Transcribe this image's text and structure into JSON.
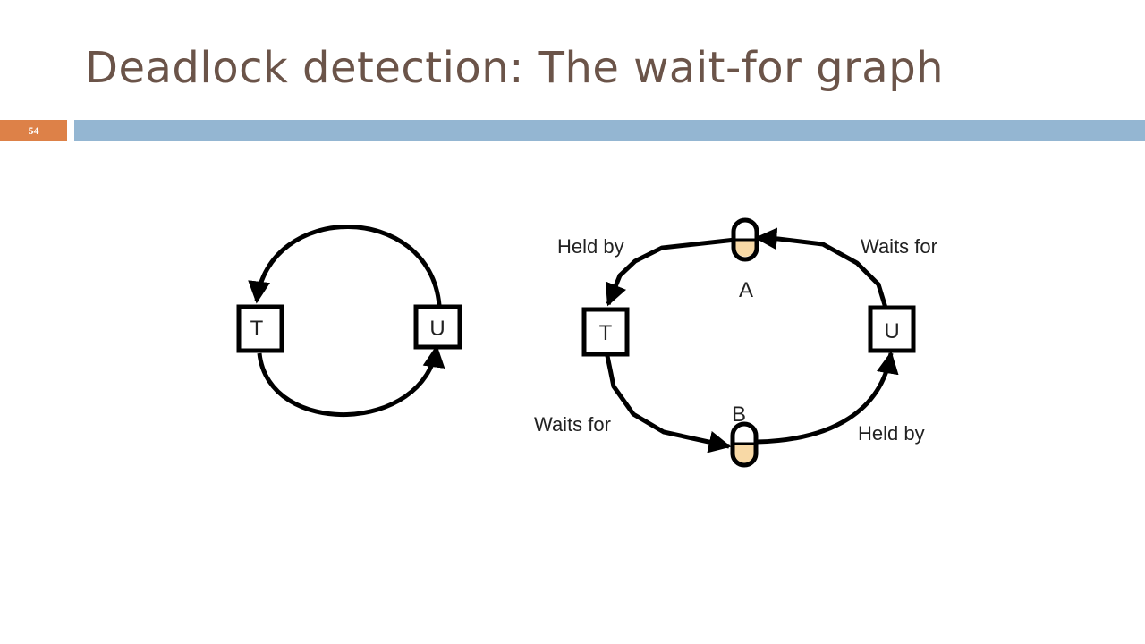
{
  "slide": {
    "title": "Deadlock detection: The wait-for graph",
    "number": "54"
  },
  "diagram": {
    "simple": {
      "node_t": "T",
      "node_u": "U"
    },
    "detailed": {
      "node_t": "T",
      "node_u": "U",
      "resource_a": "A",
      "resource_b": "B",
      "label_held_by_top": "Held by",
      "label_waits_for_top": "Waits for",
      "label_waits_for_bottom": "Waits for",
      "label_held_by_bottom": "Held by"
    }
  },
  "colors": {
    "title": "#6b5449",
    "number_box": "#dd8148",
    "header_bar": "#94b6d2",
    "resource_fill": "#f8d9a6"
  }
}
